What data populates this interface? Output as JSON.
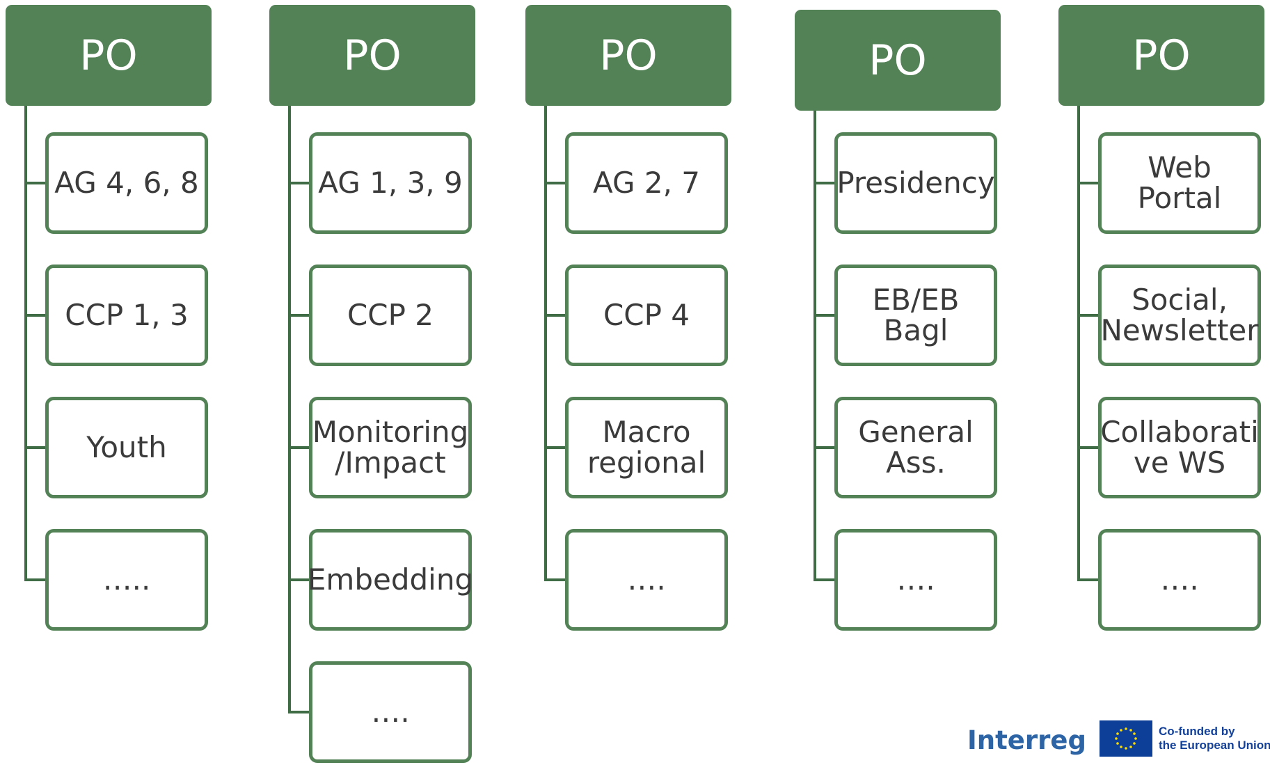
{
  "columns": [
    {
      "header": "PO",
      "items": [
        "AG 4, 6, 8",
        "CCP 1, 3",
        "Youth",
        "….."
      ]
    },
    {
      "header": "PO",
      "items": [
        "AG 1, 3, 9",
        "CCP 2",
        "Monitoring\n/Impact",
        "Embedding",
        "…."
      ]
    },
    {
      "header": "PO",
      "items": [
        "AG 2, 7",
        "CCP 4",
        "Macro\nregional",
        "…."
      ]
    },
    {
      "header": "PO",
      "items": [
        "Presidency",
        "EB/EB Bagl",
        "General\nAss.",
        "…."
      ]
    },
    {
      "header": "PO",
      "items": [
        "Web Portal",
        "Social,\nNewsletter",
        "Collaborati\nve WS",
        "…."
      ]
    }
  ],
  "logos": {
    "interreg": "Interreg",
    "eu_line1": "Co-funded by",
    "eu_line2": "the European Union"
  },
  "colors": {
    "header_fill": "#548257",
    "box_border": "#548257",
    "connector": "#3f6b45",
    "interreg_blue": "#2c64a6",
    "eu_blue": "#0d3f98"
  }
}
